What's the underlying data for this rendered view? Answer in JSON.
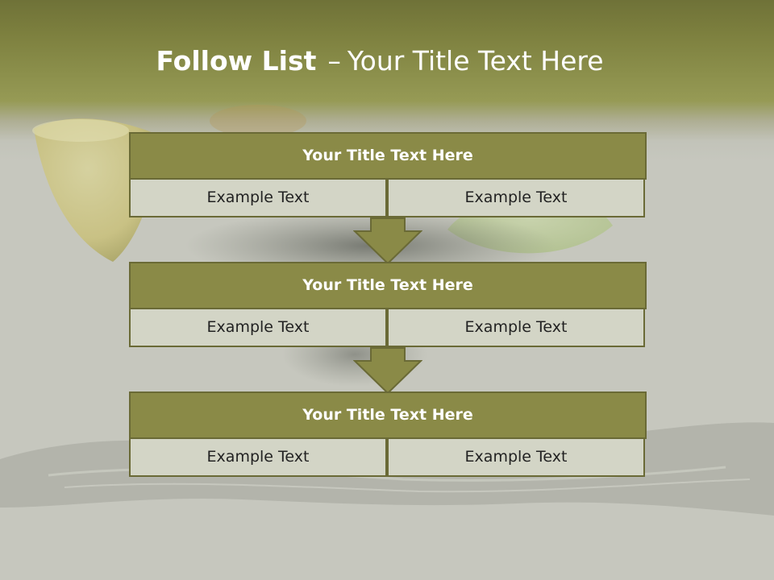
{
  "slide": {
    "title_bold": "Follow List",
    "title_dash": "–",
    "title_rest": "Your Title Text Here",
    "accent_color": "#8a8a47",
    "border_color": "#6a6a36",
    "cell_color": "#d3d5c6"
  },
  "blocks": [
    {
      "header": "Your Title Text Here",
      "left": "Example Text",
      "right": "Example Text"
    },
    {
      "header": "Your Title Text Here",
      "left": "Example Text",
      "right": "Example Text"
    },
    {
      "header": "Your Title Text Here",
      "left": "Example Text",
      "right": "Example Text"
    }
  ]
}
